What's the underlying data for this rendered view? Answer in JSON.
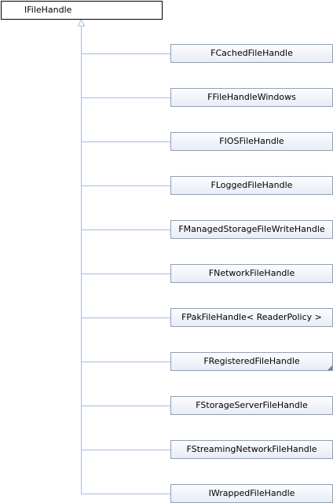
{
  "diagram": {
    "base_class": "IFileHandle",
    "derived_classes": [
      {
        "label": "FCachedFileHandle",
        "truncated": false
      },
      {
        "label": "FFileHandleWindows",
        "truncated": false
      },
      {
        "label": "FIOSFileHandle",
        "truncated": false
      },
      {
        "label": "FLoggedFileHandle",
        "truncated": false
      },
      {
        "label": "FManagedStorageFileWriteHandle",
        "truncated": false
      },
      {
        "label": "FNetworkFileHandle",
        "truncated": false
      },
      {
        "label": "FPakFileHandle< ReaderPolicy >",
        "truncated": false
      },
      {
        "label": "FRegisteredFileHandle",
        "truncated": true
      },
      {
        "label": "FStorageServerFileHandle",
        "truncated": false
      },
      {
        "label": "FStreamingNetworkFileHandle",
        "truncated": false
      },
      {
        "label": "IWrappedFileHandle",
        "truncated": false
      }
    ],
    "colors": {
      "connector": "#a9bbd9",
      "child_border": "#8aa0c4",
      "base_border": "#000000"
    }
  }
}
